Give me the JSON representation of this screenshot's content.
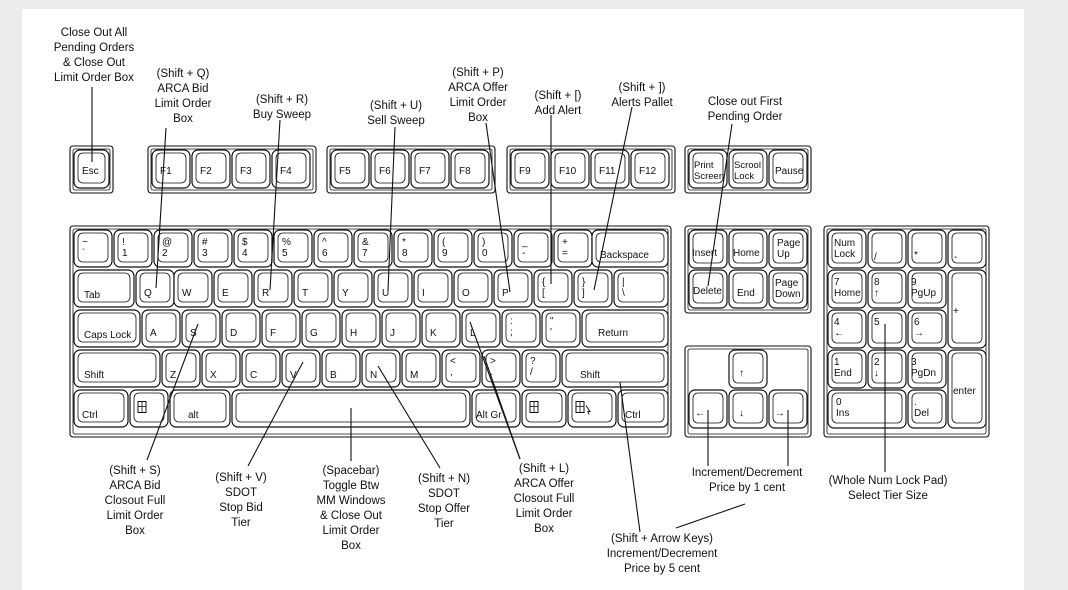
{
  "annotations": {
    "esc": "Close Out All\nPending Orders\n& Close Out\nLimit Order Box",
    "shift_q": "(Shift + Q)\nARCA Bid\nLimit Order\nBox",
    "shift_r": "(Shift + R)\nBuy Sweep",
    "shift_u": "(Shift + U)\nSell Sweep",
    "shift_p": "(Shift + P)\nARCA Offer\nLimit Order\nBox",
    "shift_bracket_left": "(Shift + [)\nAdd Alert",
    "shift_bracket_right": "(Shift + ])\nAlerts Pallet",
    "delete": "Close out First\nPending Order",
    "shift_s": "(Shift + S)\nARCA Bid\nClosout Full\nLimit Order\nBox",
    "shift_v": "(Shift + V)\nSDOT\nStop Bid\nTier",
    "spacebar": "(Spacebar)\nToggle Btw\nMM Windows\n& Close Out\nLimit Order\nBox",
    "shift_n": "(Shift + N)\nSDOT\nStop Offer\nTier",
    "shift_l": "(Shift + L)\nARCA Offer\nClosout Full\nLimit Order\nBox",
    "arrows": "Increment/Decrement\nPrice by 1 cent",
    "shift_arrows": "(Shift + Arrow Keys)\nIncrement/Decrement\nPrice by 5 cent",
    "numpad": "(Whole Num Lock Pad)\nSelect Tier Size"
  },
  "keys": {
    "esc": "Esc",
    "f": [
      "F1",
      "F2",
      "F3",
      "F4",
      "F5",
      "F6",
      "F7",
      "F8",
      "F9",
      "F10",
      "F11",
      "F12"
    ],
    "print": "Print\nScreen",
    "scroll": "Scrool\nLock",
    "pause": "Pause",
    "num_row": [
      [
        "~",
        "`"
      ],
      [
        "!",
        "1"
      ],
      [
        "@",
        "2"
      ],
      [
        "#",
        "3"
      ],
      [
        "$",
        "4"
      ],
      [
        "%",
        "5"
      ],
      [
        "^",
        "6"
      ],
      [
        "&",
        "7"
      ],
      [
        "*",
        "8"
      ],
      [
        "(",
        "9"
      ],
      [
        ")",
        "0"
      ],
      [
        "_",
        "-"
      ],
      [
        "+",
        "="
      ]
    ],
    "backspace": "Backspace",
    "tab": "Tab",
    "qrow": [
      "Q",
      "W",
      "E",
      "R",
      "T",
      "Y",
      "U",
      "I",
      "O",
      "P"
    ],
    "brackets": [
      [
        "{",
        "["
      ],
      [
        "}",
        "]"
      ],
      [
        "|",
        "\\"
      ]
    ],
    "caps": "Caps Lock",
    "arow": [
      "A",
      "S",
      "D",
      "F",
      "G",
      "H",
      "J",
      "K",
      "L"
    ],
    "semi": [
      [
        ":",
        ";"
      ],
      [
        "\"",
        "'"
      ]
    ],
    "return": "Return",
    "shift": "Shift",
    "zrow": [
      "Z",
      "X",
      "C",
      "V",
      "B",
      "N",
      "M"
    ],
    "punct": [
      [
        "<",
        ","
      ],
      [
        ">",
        "."
      ],
      [
        "?",
        "/"
      ]
    ],
    "ctrl": "Ctrl",
    "alt": "alt",
    "altgr": "Alt Gr",
    "insert": "Insert",
    "home": "Home",
    "pgup": "Page\nUp",
    "delete": "Delete",
    "end": "End",
    "pgdn": "Page\nDown",
    "up": "↑",
    "down": "↓",
    "left": "←",
    "right": "→",
    "numlock": "Num\nLock",
    "slash": "/",
    "star": "*",
    "minus": "-",
    "plus": "+",
    "n7": "7\nHome",
    "n8": "8\n↑",
    "n9": "9\nPgUp",
    "n4": "4\n←",
    "n5": "5",
    "n6": "6\n→",
    "n1": "1\nEnd",
    "n2": "2\n↓",
    "n3": "3\nPgDn",
    "n0": "0\nIns",
    "ndot": ".\nDel",
    "enter": "enter"
  }
}
